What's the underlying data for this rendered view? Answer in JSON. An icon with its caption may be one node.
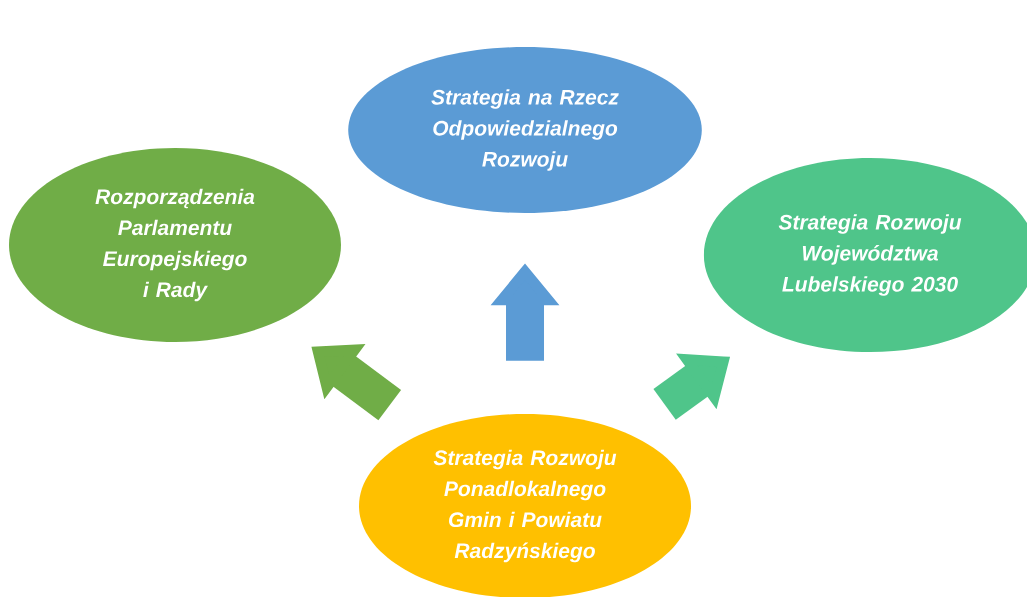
{
  "diagram": {
    "nodes": [
      {
        "text": [
          "Strategia na Rzecz Odpowiedzialnego Rozwoju"
        ]
      },
      {
        "text": [
          "Rozporządzenia Parlamentu Europejskiego i Rady"
        ]
      },
      {
        "text": [
          "Strategia Rozwoju Województwa Lubelskiego 2030"
        ]
      },
      {
        "text": [
          "Strategia Rozwoju Ponadlokalnego Gmin i Powiatu Radzyńskiego"
        ]
      }
    ],
    "edges": [
      {
        "from": 3,
        "to": 0,
        "arrow": "to",
        "color": "#5b9bd5"
      },
      {
        "from": 3,
        "to": 1,
        "arrow": "to",
        "color": "#70ad47"
      },
      {
        "from": 3,
        "to": 2,
        "arrow": "to",
        "color": "#4fc58a"
      }
    ]
  }
}
